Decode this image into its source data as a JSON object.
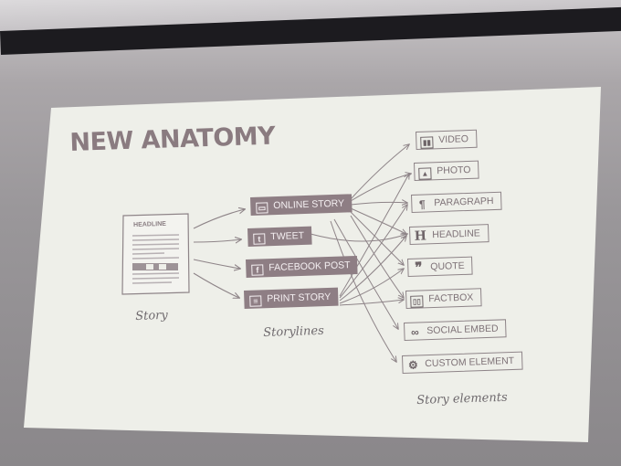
{
  "slide": {
    "title": "NEW ANATOMY",
    "colors": {
      "slide_bg": "#eeefe9",
      "accent": "#8e7e84",
      "border": "#8e8488",
      "text": "#7e7277"
    }
  },
  "story": {
    "headline": "HEADLINE",
    "caption": "Story"
  },
  "storylines": {
    "caption": "Storylines",
    "items": [
      {
        "label": "ONLINE STORY",
        "icon": "monitor-icon"
      },
      {
        "label": "TWEET",
        "icon": "twitter-icon"
      },
      {
        "label": "FACEBOOK POST",
        "icon": "facebook-icon"
      },
      {
        "label": "PRINT STORY",
        "icon": "newspaper-icon"
      }
    ]
  },
  "elements": {
    "caption": "Story elements",
    "items": [
      {
        "label": "VIDEO",
        "icon": "film-icon"
      },
      {
        "label": "PHOTO",
        "icon": "image-icon"
      },
      {
        "label": "PARAGRAPH",
        "icon": "pilcrow-icon"
      },
      {
        "label": "HEADLINE",
        "icon": "heading-icon"
      },
      {
        "label": "QUOTE",
        "icon": "quote-icon"
      },
      {
        "label": "FACTBOX",
        "icon": "book-icon"
      },
      {
        "label": "SOCIAL EMBED",
        "icon": "link-icon"
      },
      {
        "label": "CUSTOM ELEMENT",
        "icon": "gear-icon"
      }
    ]
  }
}
